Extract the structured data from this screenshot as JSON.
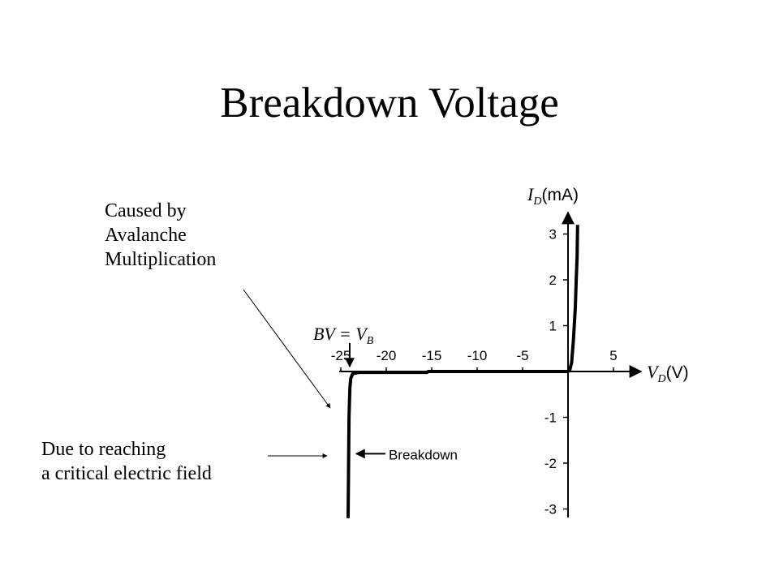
{
  "slide": {
    "title": "Breakdown Voltage"
  },
  "annotations": {
    "avalanche": {
      "lines": [
        "Caused by",
        "Avalanche",
        "Multiplication"
      ]
    },
    "critical": {
      "lines": [
        "Due to reaching",
        "a critical electric field"
      ]
    }
  },
  "chart_data": {
    "type": "line",
    "title": "",
    "x_axis": {
      "label": "V",
      "label_sub": "D",
      "unit": "(V)",
      "ticks": [
        -25,
        -20,
        -15,
        -10,
        -5,
        5
      ],
      "tick_labels": [
        "-25",
        "-20",
        "-15",
        "-10",
        "-5",
        "5"
      ],
      "range": [
        -26,
        7
      ]
    },
    "y_axis": {
      "label": "I",
      "label_sub": "D",
      "unit": "(mA)",
      "ticks": [
        -3,
        -2,
        -1,
        1,
        2,
        3
      ],
      "tick_labels": [
        "-3",
        "-2",
        "-1",
        "1",
        "2",
        "3"
      ],
      "range": [
        -3.3,
        3.4
      ]
    },
    "series": [
      {
        "points": [
          [
            -24.2,
            -3.2
          ],
          [
            -24.1,
            -1.0
          ],
          [
            -24.0,
            -0.35
          ],
          [
            -23.9,
            -0.15
          ],
          [
            -23.7,
            -0.05
          ],
          [
            -23.0,
            -0.02
          ],
          [
            -15.5,
            -0.02
          ],
          [
            -15.4,
            0.0
          ],
          [
            -10.0,
            0.0
          ],
          [
            -5.0,
            0.0
          ],
          [
            0.0,
            0.0
          ],
          [
            0.2,
            0.03
          ],
          [
            0.4,
            0.2
          ],
          [
            0.6,
            0.7
          ],
          [
            0.8,
            1.4
          ],
          [
            0.9,
            2.0
          ],
          [
            1.0,
            2.5
          ],
          [
            1.05,
            3.2
          ]
        ]
      }
    ],
    "markers": [
      {
        "label": "BV = V",
        "label_sub": "B",
        "x": -24.2,
        "arrow": "down"
      },
      {
        "label": "Breakdown",
        "x": -24.2,
        "y": -1.9,
        "arrow": "left"
      }
    ],
    "grid": false,
    "legend": "none"
  }
}
